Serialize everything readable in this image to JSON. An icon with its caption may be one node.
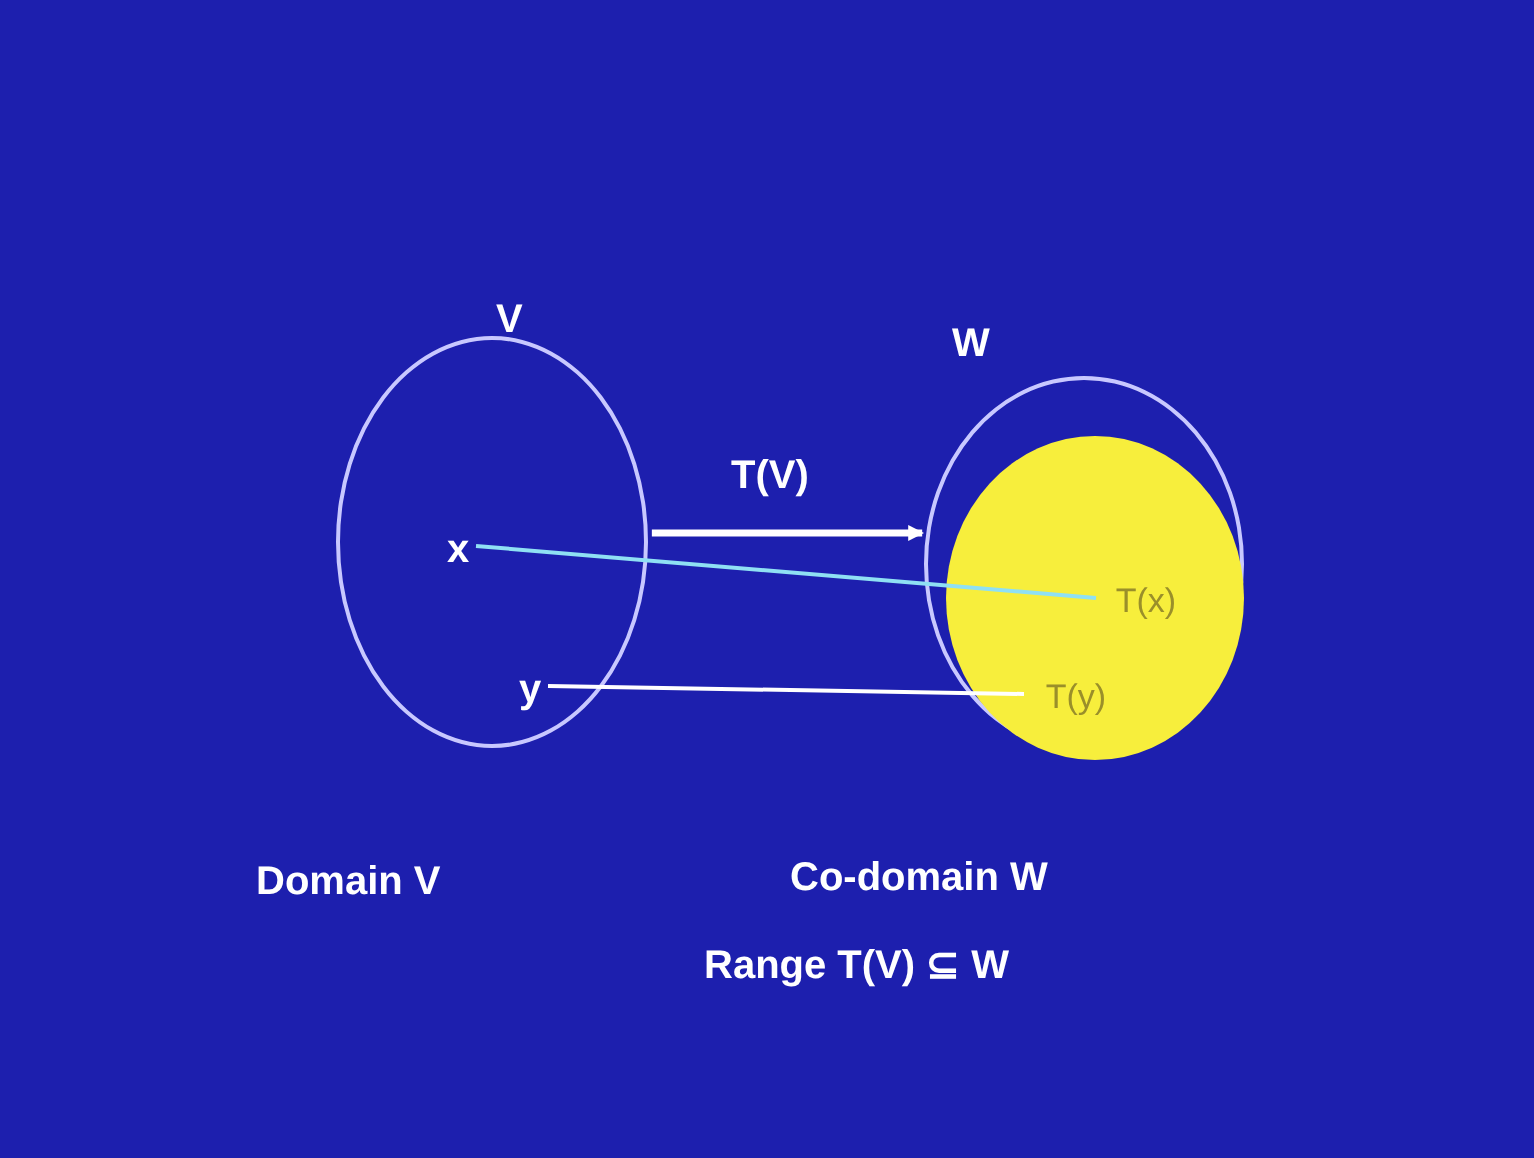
{
  "diagram": {
    "nodes": [
      {
        "text": [
          "V"
        ]
      },
      {
        "text": [
          "x"
        ],
        "in": 0
      },
      {
        "text": [
          "y"
        ],
        "in": 0
      },
      {
        "text": [
          "W"
        ]
      },
      {
        "text": [],
        "shape": "circle",
        "in": 3
      },
      {
        "text": [
          "T(x)"
        ],
        "in": 4
      },
      {
        "text": [
          "T(y)"
        ],
        "in": 4
      }
    ],
    "edges": [
      {
        "from": 0,
        "to": 3,
        "arrow": "to",
        "label": "T(V)"
      },
      {
        "from": 1,
        "to": 5,
        "arrow": "none",
        "color": "#8fe0f4"
      },
      {
        "from": 2,
        "to": 6,
        "arrow": "none"
      }
    ],
    "labels": [
      "Domain V",
      "Co-domain W",
      "Range T(V) ⊆ W"
    ]
  }
}
